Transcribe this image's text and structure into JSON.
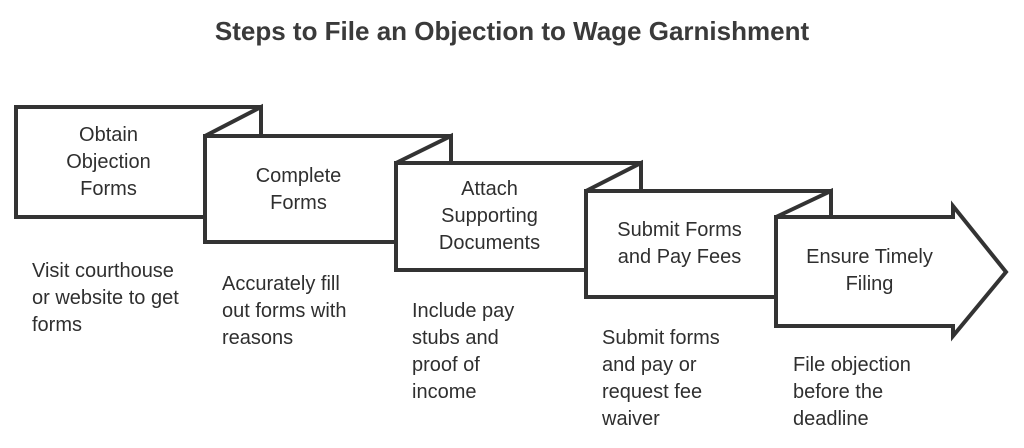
{
  "title": "Steps to File an Objection to Wage Garnishment",
  "colors": {
    "stroke": "#333333",
    "fill": "#ffffff",
    "text": "#2f2f2f"
  },
  "steps": [
    {
      "label": [
        "Obtain",
        "Objection",
        "Forms"
      ],
      "description": [
        "Visit courthouse",
        "or website to get",
        "forms"
      ]
    },
    {
      "label": [
        "Complete",
        "Forms"
      ],
      "description": [
        "Accurately fill",
        "out forms with",
        "reasons"
      ]
    },
    {
      "label": [
        "Attach",
        "Supporting",
        "Documents"
      ],
      "description": [
        "Include pay",
        "stubs and",
        "proof of",
        "income"
      ]
    },
    {
      "label": [
        "Submit Forms",
        "and Pay Fees"
      ],
      "description": [
        "Submit forms",
        "and pay or",
        "request fee",
        "waiver"
      ]
    },
    {
      "label": [
        "Ensure Timely",
        "Filing"
      ],
      "description": [
        "File objection",
        "before the",
        "deadline"
      ]
    }
  ]
}
